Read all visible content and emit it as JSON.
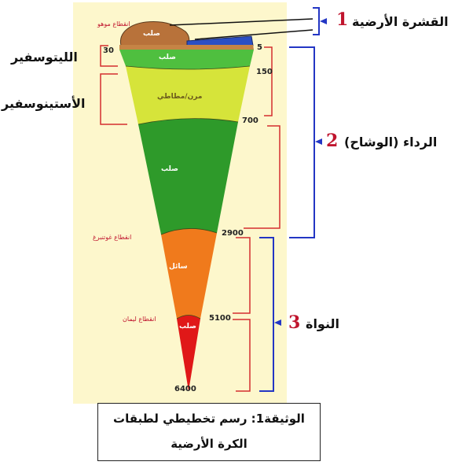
{
  "parts": {
    "crust": {
      "number": "1",
      "label": "القشرة الأرضية"
    },
    "mantle": {
      "number": "2",
      "label": "الرداء (الوشاح)"
    },
    "core": {
      "number": "3",
      "label": "النواة"
    }
  },
  "spheres": {
    "lithosphere": "الليتوسفير",
    "asthenosphere": "الأستينوسفير"
  },
  "depths": {
    "d30": "30",
    "d5": "5",
    "d150": "150",
    "d700": "700",
    "d2900": "2900",
    "d5100": "5100",
    "d6400": "6400"
  },
  "layer_states": {
    "crust_solid": "صلب",
    "litho_solid": "صلب",
    "astheno_state": "مرن/مطاطي",
    "mantle_solid": "صلب",
    "outer_core_liquid": "سائل",
    "inner_core_solid": "صلب"
  },
  "discontinuities": {
    "moho": "انقطاع موهو",
    "gutenberg": "انقطاع غوتنبرغ",
    "lehmann": "انقطاع ليمان"
  },
  "caption": {
    "line1": "الوثيقة1: رسم تخطيطي لطبقات",
    "line2": "الكرة الأرضية"
  },
  "colors": {
    "background_panel": "#fdf7cc",
    "crust": "#b8723a",
    "lithosphere": "#4fbf3f",
    "asthenosphere": "#d6e43a",
    "mantle": "#2e9a2a",
    "outer_core": "#f07a1c",
    "inner_core": "#e01818",
    "bracket_red": "#d32f2f",
    "bracket_blue": "#2336c4",
    "number_red": "#c0152e"
  }
}
